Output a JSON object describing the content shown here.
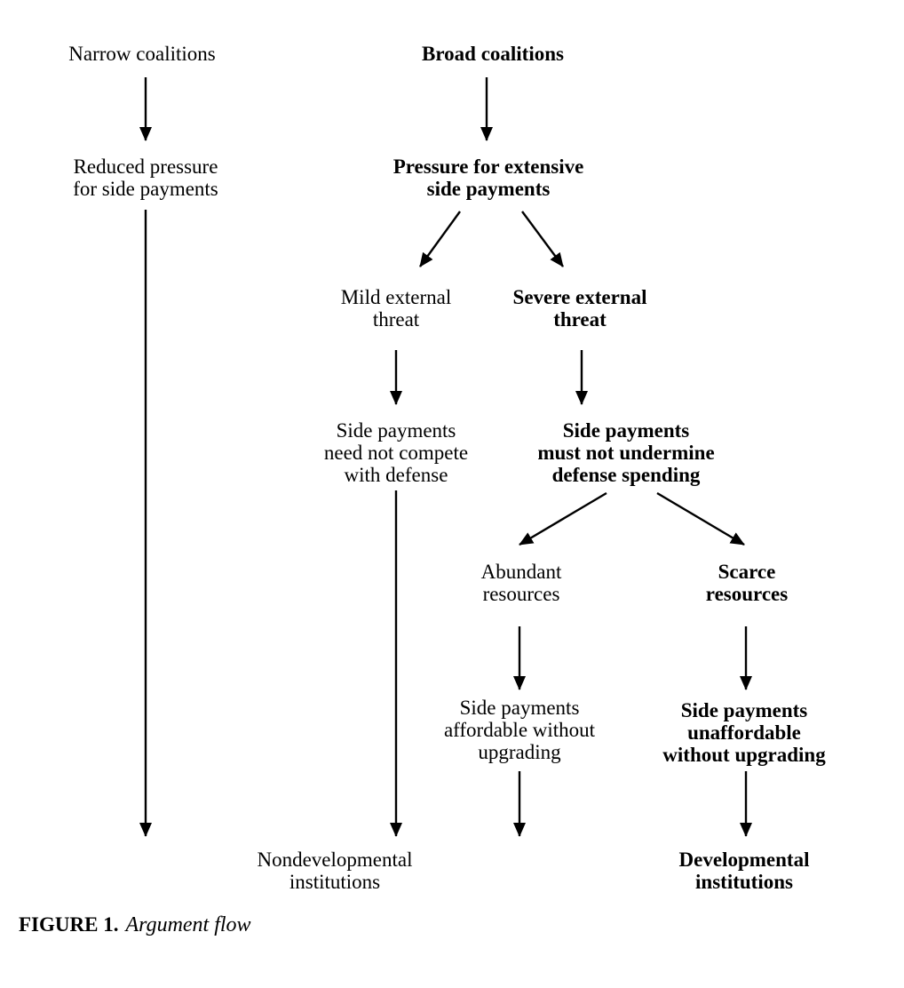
{
  "diagram": {
    "nodes": {
      "narrow_coalitions": {
        "lines": [
          "Narrow coalitions"
        ]
      },
      "reduced_pressure": {
        "lines": [
          "Reduced pressure",
          "for side payments"
        ]
      },
      "broad_coalitions": {
        "lines": [
          "Broad coalitions"
        ]
      },
      "pressure_extensive": {
        "lines": [
          "Pressure for extensive",
          "side payments"
        ]
      },
      "mild_threat": {
        "lines": [
          "Mild external",
          "threat"
        ]
      },
      "severe_threat": {
        "lines": [
          "Severe external",
          "threat"
        ]
      },
      "side_need_not": {
        "lines": [
          "Side payments",
          "need not compete",
          "with defense"
        ]
      },
      "side_must_not": {
        "lines": [
          "Side payments",
          "must not undermine",
          "defense spending"
        ]
      },
      "abundant": {
        "lines": [
          "Abundant",
          "resources"
        ]
      },
      "scarce": {
        "lines": [
          "Scarce",
          "resources"
        ]
      },
      "affordable": {
        "lines": [
          "Side payments",
          "affordable without",
          "upgrading"
        ]
      },
      "unaffordable": {
        "lines": [
          "Side payments",
          "unaffordable",
          "without upgrading"
        ]
      },
      "nondevelopmental": {
        "lines": [
          "Nondevelopmental",
          "institutions"
        ]
      },
      "developmental": {
        "lines": [
          "Developmental",
          "institutions"
        ]
      }
    }
  },
  "caption": {
    "label": "FIGURE 1.",
    "title": "Argument flow"
  }
}
